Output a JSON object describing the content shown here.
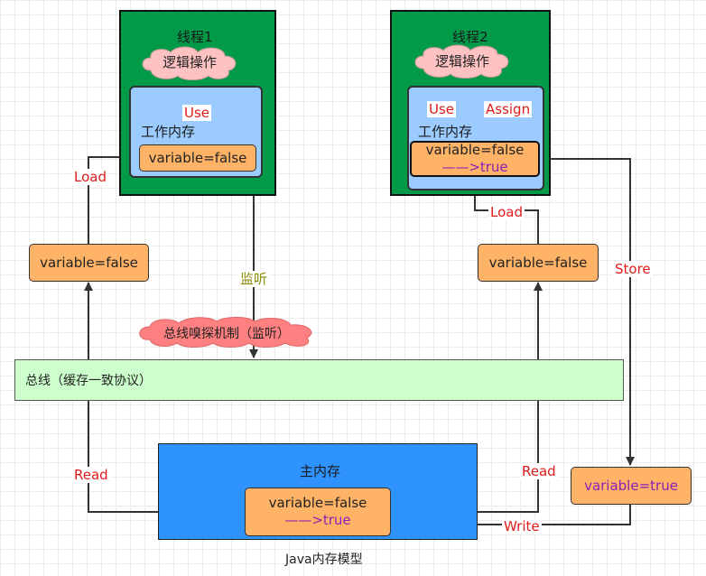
{
  "thread1": {
    "title": "线程1",
    "cloud": "逻辑操作",
    "work_mem": "工作内存",
    "var": "variable=false",
    "use": "Use"
  },
  "thread2": {
    "title": "线程2",
    "cloud": "逻辑操作",
    "work_mem": "工作内存",
    "var_line1": "variable=false",
    "var_line2": "——>true",
    "use": "Use",
    "assign": "Assign"
  },
  "left": {
    "load": "Load",
    "copy": "variable=false",
    "read": "Read"
  },
  "right": {
    "load": "Load",
    "copy": "variable=false",
    "read": "Read",
    "store": "Store",
    "store_box": "variable=true",
    "write": "Write"
  },
  "monitor": "监听",
  "sniff_cloud": "总线嗅探机制（监听）",
  "bus": "总线（缓存一致协议）",
  "main_mem": {
    "title": "主内存",
    "var_line1": "variable=false",
    "var_line2": "——>true"
  },
  "caption": "Java内存模型",
  "colors": {
    "thread": "#009a49",
    "work_mem": "#9ccbff",
    "var_box": "#ffb366",
    "cloud": "#ffc2c2",
    "bus": "#ccffcc",
    "main_mem": "#2f93ff",
    "label_red": "#e01b1b"
  }
}
